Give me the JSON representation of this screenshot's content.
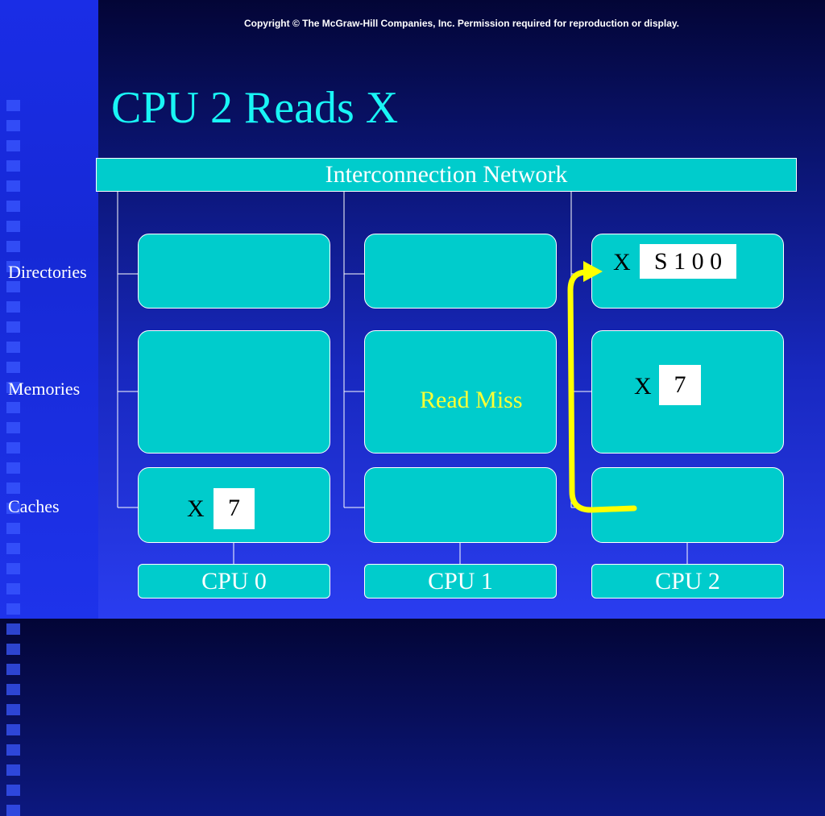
{
  "copyright": "Copyright © The McGraw-Hill Companies, Inc. Permission required for reproduction or display.",
  "title": "CPU 2 Reads X",
  "network_label": "Interconnection Network",
  "row_labels": {
    "directories": "Directories",
    "memories": "Memories",
    "caches": "Caches"
  },
  "cpus": [
    "CPU 0",
    "CPU 1",
    "CPU 2"
  ],
  "node2": {
    "directory": {
      "var": "X",
      "entry": "S 1 0 0"
    },
    "memory": {
      "var": "X",
      "value": "7"
    }
  },
  "node0": {
    "cache": {
      "var": "X",
      "value": "7"
    }
  },
  "message": "Read Miss",
  "colors": {
    "background": "#1828bf",
    "box_fill": "#00cccc",
    "title": "#19f5f5",
    "message": "#ffff33",
    "arrow": "#ffff00"
  }
}
